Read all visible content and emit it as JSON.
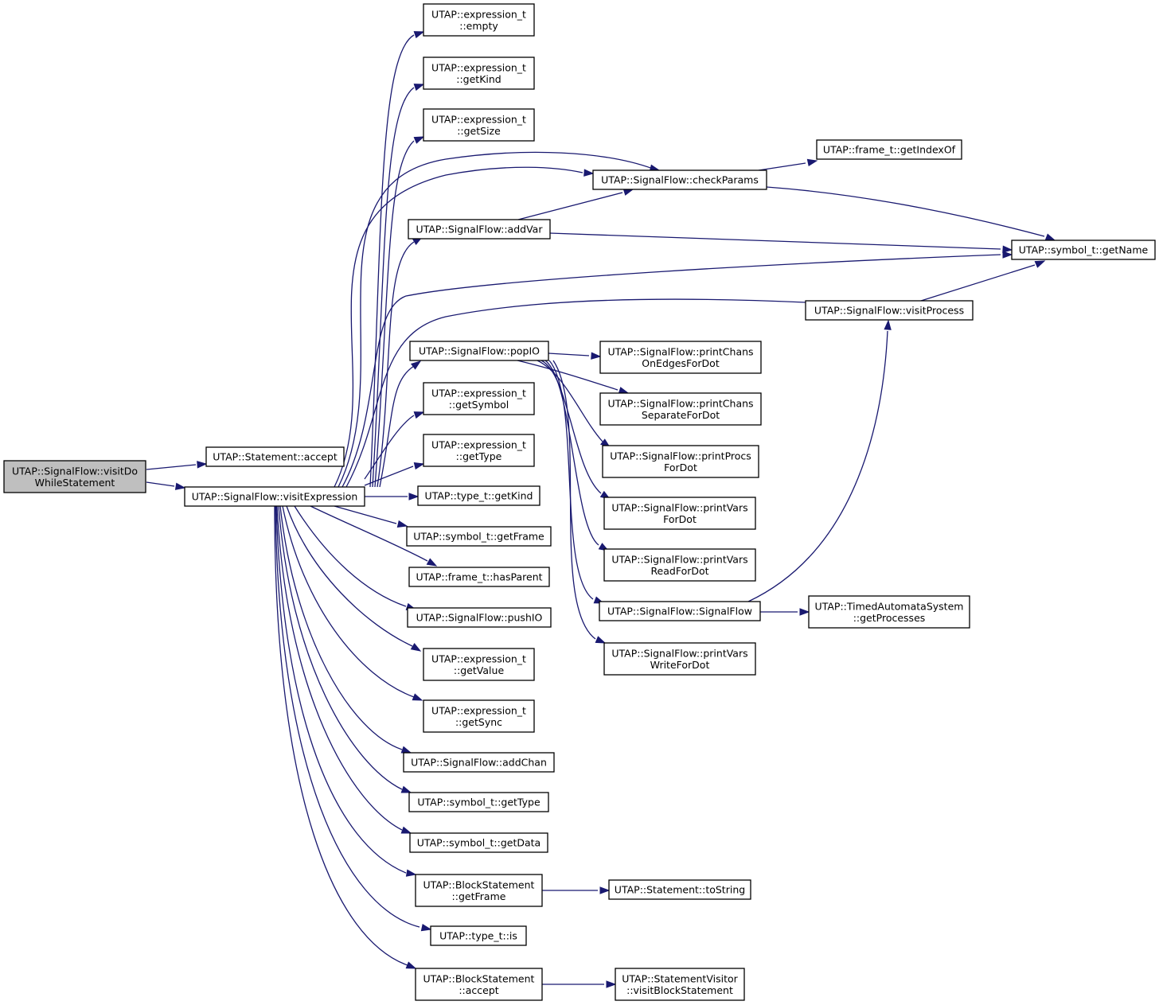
{
  "nodes": [
    {
      "id": "root",
      "label": [
        "UTAP::SignalFlow::visitDo",
        "WhileStatement"
      ],
      "root": true
    },
    {
      "id": "stmt_accept",
      "label": [
        "UTAP::Statement::accept"
      ]
    },
    {
      "id": "visitExpression",
      "label": [
        "UTAP::SignalFlow::visitExpression"
      ]
    },
    {
      "id": "expr_empty",
      "label": [
        "UTAP::expression_t",
        "::empty"
      ]
    },
    {
      "id": "expr_getKind",
      "label": [
        "UTAP::expression_t",
        "::getKind"
      ]
    },
    {
      "id": "expr_getSize",
      "label": [
        "UTAP::expression_t",
        "::getSize"
      ]
    },
    {
      "id": "checkParams",
      "label": [
        "UTAP::SignalFlow::checkParams"
      ]
    },
    {
      "id": "frame_getIndexOf",
      "label": [
        "UTAP::frame_t::getIndexOf"
      ]
    },
    {
      "id": "addVar",
      "label": [
        "UTAP::SignalFlow::addVar"
      ]
    },
    {
      "id": "sym_getName",
      "label": [
        "UTAP::symbol_t::getName"
      ]
    },
    {
      "id": "visitProcess",
      "label": [
        "UTAP::SignalFlow::visitProcess"
      ]
    },
    {
      "id": "popIO",
      "label": [
        "UTAP::SignalFlow::popIO"
      ]
    },
    {
      "id": "printChansOnEdges",
      "label": [
        "UTAP::SignalFlow::printChans",
        "OnEdgesForDot"
      ]
    },
    {
      "id": "expr_getSymbol",
      "label": [
        "UTAP::expression_t",
        "::getSymbol"
      ]
    },
    {
      "id": "printChansSeparate",
      "label": [
        "UTAP::SignalFlow::printChans",
        "SeparateForDot"
      ]
    },
    {
      "id": "expr_getType",
      "label": [
        "UTAP::expression_t",
        "::getType"
      ]
    },
    {
      "id": "printProcs",
      "label": [
        "UTAP::SignalFlow::printProcs",
        "ForDot"
      ]
    },
    {
      "id": "type_getKind",
      "label": [
        "UTAP::type_t::getKind"
      ]
    },
    {
      "id": "printVars",
      "label": [
        "UTAP::SignalFlow::printVars",
        "ForDot"
      ]
    },
    {
      "id": "sym_getFrame",
      "label": [
        "UTAP::symbol_t::getFrame"
      ]
    },
    {
      "id": "printVarsRead",
      "label": [
        "UTAP::SignalFlow::printVars",
        "ReadForDot"
      ]
    },
    {
      "id": "frame_hasParent",
      "label": [
        "UTAP::frame_t::hasParent"
      ]
    },
    {
      "id": "signalFlowCtor",
      "label": [
        "UTAP::SignalFlow::SignalFlow"
      ]
    },
    {
      "id": "tas_getProcesses",
      "label": [
        "UTAP::TimedAutomataSystem",
        "::getProcesses"
      ]
    },
    {
      "id": "pushIO",
      "label": [
        "UTAP::SignalFlow::pushIO"
      ]
    },
    {
      "id": "printVarsWrite",
      "label": [
        "UTAP::SignalFlow::printVars",
        "WriteForDot"
      ]
    },
    {
      "id": "expr_getValue",
      "label": [
        "UTAP::expression_t",
        "::getValue"
      ]
    },
    {
      "id": "expr_getSync",
      "label": [
        "UTAP::expression_t",
        "::getSync"
      ]
    },
    {
      "id": "addChan",
      "label": [
        "UTAP::SignalFlow::addChan"
      ]
    },
    {
      "id": "sym_getType",
      "label": [
        "UTAP::symbol_t::getType"
      ]
    },
    {
      "id": "sym_getData",
      "label": [
        "UTAP::symbol_t::getData"
      ]
    },
    {
      "id": "block_getFrame",
      "label": [
        "UTAP::BlockStatement",
        "::getFrame"
      ]
    },
    {
      "id": "stmt_toString",
      "label": [
        "UTAP::Statement::toString"
      ]
    },
    {
      "id": "type_is",
      "label": [
        "UTAP::type_t::is"
      ]
    },
    {
      "id": "block_accept",
      "label": [
        "UTAP::BlockStatement",
        "::accept"
      ]
    },
    {
      "id": "visitBlockStatement",
      "label": [
        "UTAP::StatementVisitor",
        "::visitBlockStatement"
      ]
    }
  ]
}
